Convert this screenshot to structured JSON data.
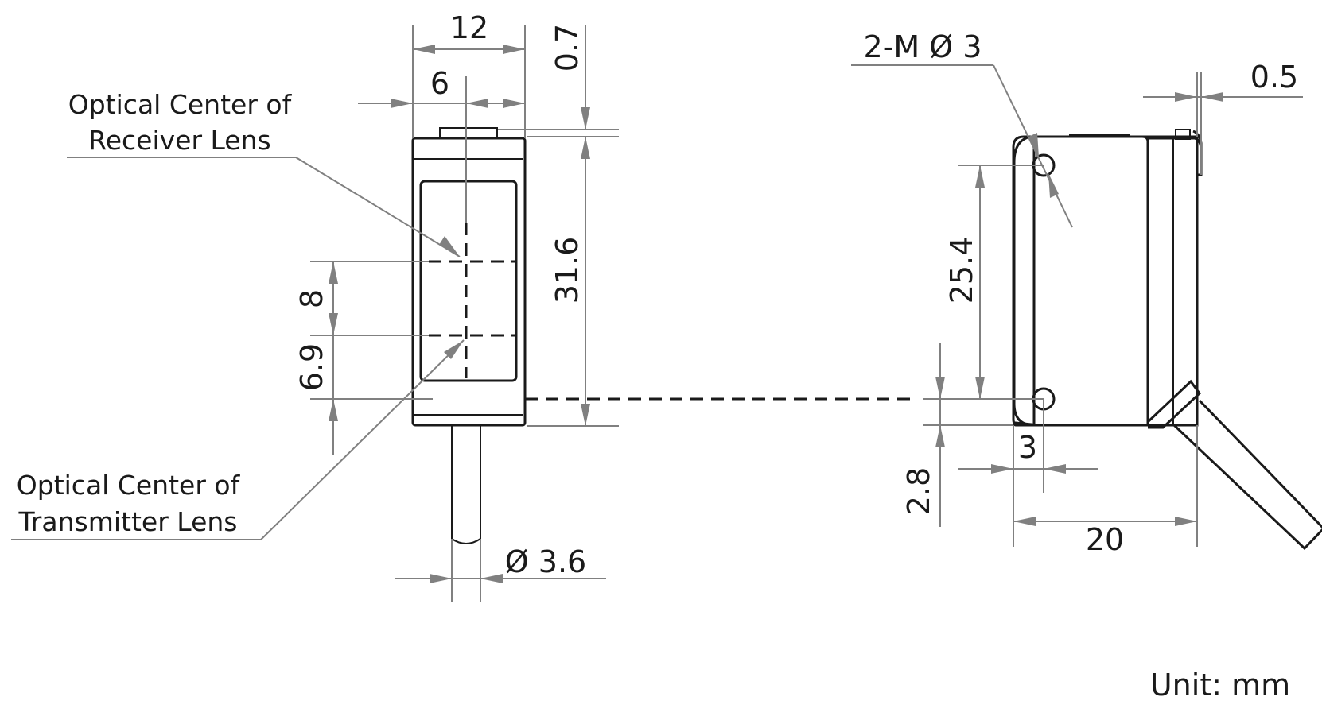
{
  "labels": {
    "receiver_line1": "Optical Center of",
    "receiver_line2": "Receiver Lens",
    "transmitter_line1": "Optical Center of",
    "transmitter_line2": "Transmitter Lens",
    "unit": "Unit: mm"
  },
  "dimensions": {
    "width_total": "12",
    "width_half": "6",
    "top_offset": "0.7",
    "height_total": "31.6",
    "lens_spacing": "8",
    "lens_bottom": "6.9",
    "cable_diameter": "Ø 3.6",
    "hole_spec": "2-M Ø 3",
    "side_offset": "0.5",
    "hole_spacing": "25.4",
    "hole_side": "3",
    "hole_bottom": "2.8",
    "depth": "20"
  },
  "colors": {
    "outline": "#1a1a1a",
    "dimension_line": "#808080",
    "background": "#ffffff"
  }
}
